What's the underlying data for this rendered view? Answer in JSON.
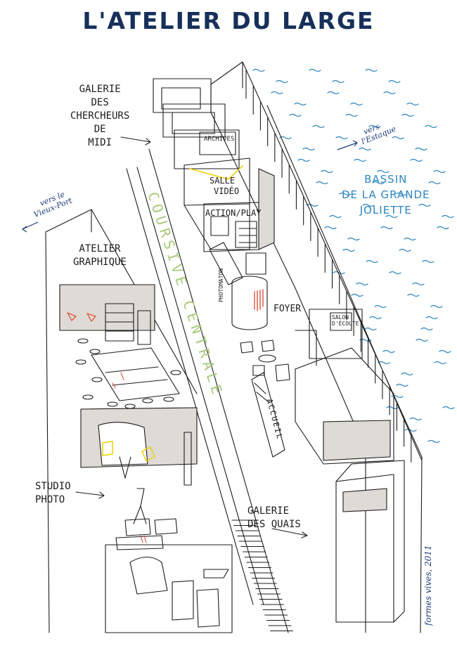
{
  "title": "L'ATELIER DU LARGE",
  "labels": {
    "galerie_chercheurs": [
      "GALERIE",
      "DES",
      "CHERCHEURS",
      "DE",
      "MIDI"
    ],
    "archives": "ARCHIVES",
    "salle_video": [
      "SALLE",
      "VIDÉO"
    ],
    "action_play": "ACTION/PLAY",
    "photomaton": "PHOTOMATON",
    "foyer": "FOYER",
    "salon_ecoute": [
      "SALON",
      "D'ÉCOUTE"
    ],
    "accueil": "ACCUEIL",
    "atelier_graphique": [
      "ATELIER",
      "GRAPHIQUE"
    ],
    "studio_photo": [
      "STUDIO",
      "PHOTO"
    ],
    "galerie_quais": [
      "GALERIE",
      "DES QUAIS"
    ],
    "coursive_centrale": "COURSIVE CENTRALE",
    "bassin": [
      "BASSIN",
      "DE LA GRANDE",
      "JOLIETTE"
    ],
    "vers_estaque": [
      "vers",
      "l'Estaque"
    ],
    "vers_vieux_port": [
      "vers le",
      "Vieux-Port"
    ],
    "signature": "formes vives, 2011"
  },
  "colors": {
    "title": "#17305a",
    "water": "#2e86c1",
    "directions": "#1d3a78",
    "corridor": "#a9c97a",
    "wall_fill": "#dedad6",
    "accent_red": "#e0523a",
    "accent_yellow": "#f0d000",
    "ink": "#1c1c1c"
  }
}
